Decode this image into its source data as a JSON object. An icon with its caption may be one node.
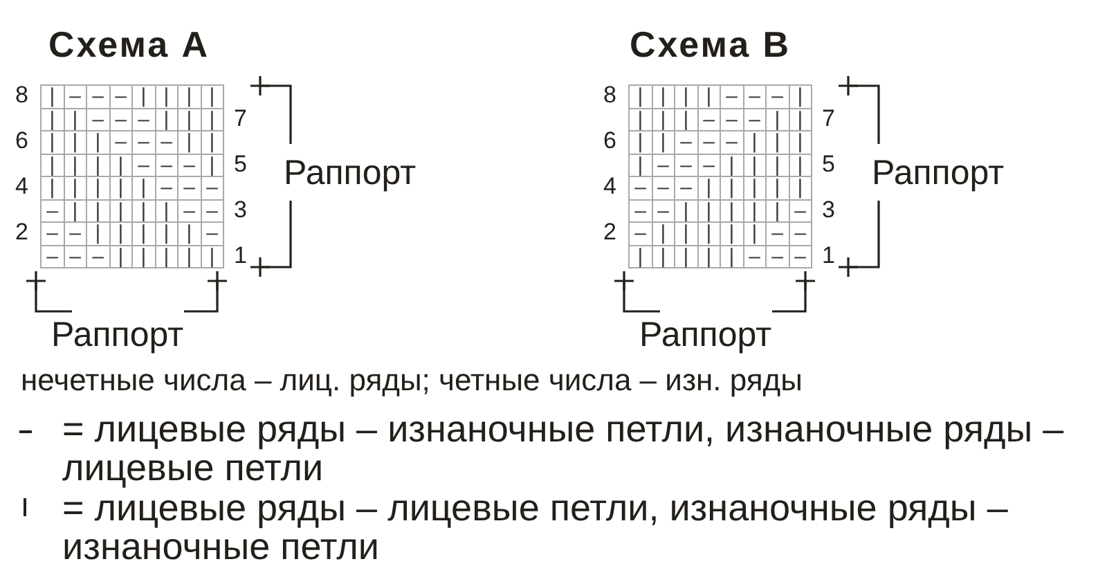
{
  "diagram": {
    "labels": [
      "Схема A",
      "8",
      "|",
      "–",
      "–",
      "–",
      "|",
      "|",
      "|",
      "|",
      "|",
      "|",
      "–",
      "–",
      "–",
      "|",
      "|",
      "|",
      "7",
      "6",
      "|",
      "|",
      "|",
      "–",
      "–",
      "–",
      "|",
      "|",
      "|",
      "|",
      "|",
      "|",
      "–",
      "–",
      "–",
      "|",
      "5",
      "4",
      "|",
      "|",
      "|",
      "|",
      "|",
      "–",
      "–",
      "–",
      "–",
      "|",
      "|",
      "|",
      "|",
      "|",
      "–",
      "–",
      "3",
      "2",
      "–",
      "–",
      "|",
      "|",
      "|",
      "|",
      "|",
      "–",
      "–",
      "–",
      "–",
      "|",
      "|",
      "|",
      "|",
      "|",
      "1",
      "Раппорт",
      "Раппорт",
      "Схема B",
      "8",
      "|",
      "|",
      "|",
      "|",
      "–",
      "–",
      "–",
      "|",
      "|",
      "|",
      "|",
      "–",
      "–",
      "–",
      "|",
      "|",
      "7",
      "6",
      "|",
      "|",
      "–",
      "–",
      "–",
      "|",
      "|",
      "|",
      "|",
      "–",
      "–",
      "–",
      "|",
      "|",
      "|",
      "|",
      "5",
      "4",
      "–",
      "–",
      "–",
      "|",
      "|",
      "|",
      "|",
      "|",
      "–",
      "–",
      "|",
      "|",
      "|",
      "|",
      "|",
      "–",
      "3",
      "2",
      "–",
      "|",
      "|",
      "|",
      "|",
      "|",
      "–",
      "–",
      "|",
      "|",
      "|",
      "|",
      "|",
      "–",
      "–",
      "–",
      "1",
      "Раппорт",
      "Раппорт",
      "нечетные числа – лиц. ряды; четные числа – изн. ряды"
    ],
    "legend": [
      {
        "text": "= лицевые ряды – изнаночные петли, изнаночные ряды – лицевые петли"
      },
      {
        "text": "= лицевые ряды – лицевые петли, изнаночные ряды – изнаночные петли"
      }
    ]
  }
}
